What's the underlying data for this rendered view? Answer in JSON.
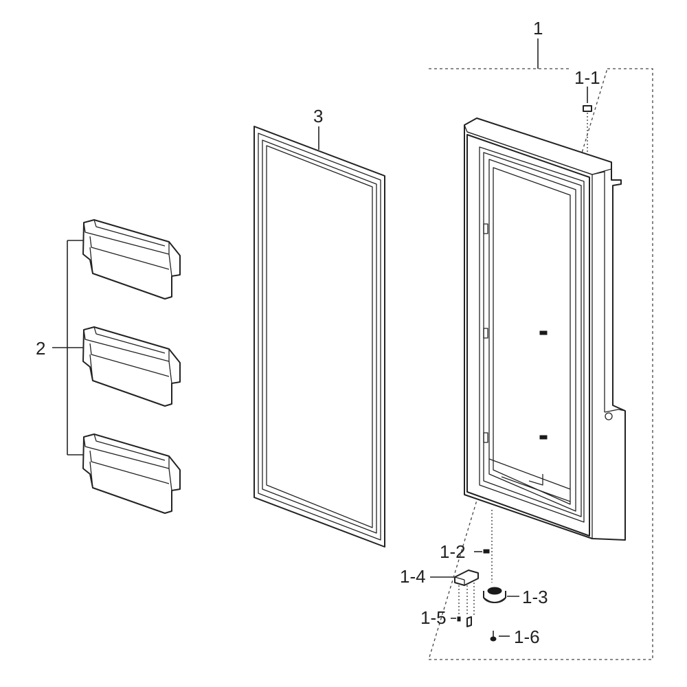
{
  "callouts": {
    "c1": "1",
    "c1_1": "1-1",
    "c1_2": "1-2",
    "c1_3": "1-3",
    "c1_4": "1-4",
    "c1_5": "1-5",
    "c1_6": "1-6",
    "c2": "2",
    "c3": "3"
  }
}
